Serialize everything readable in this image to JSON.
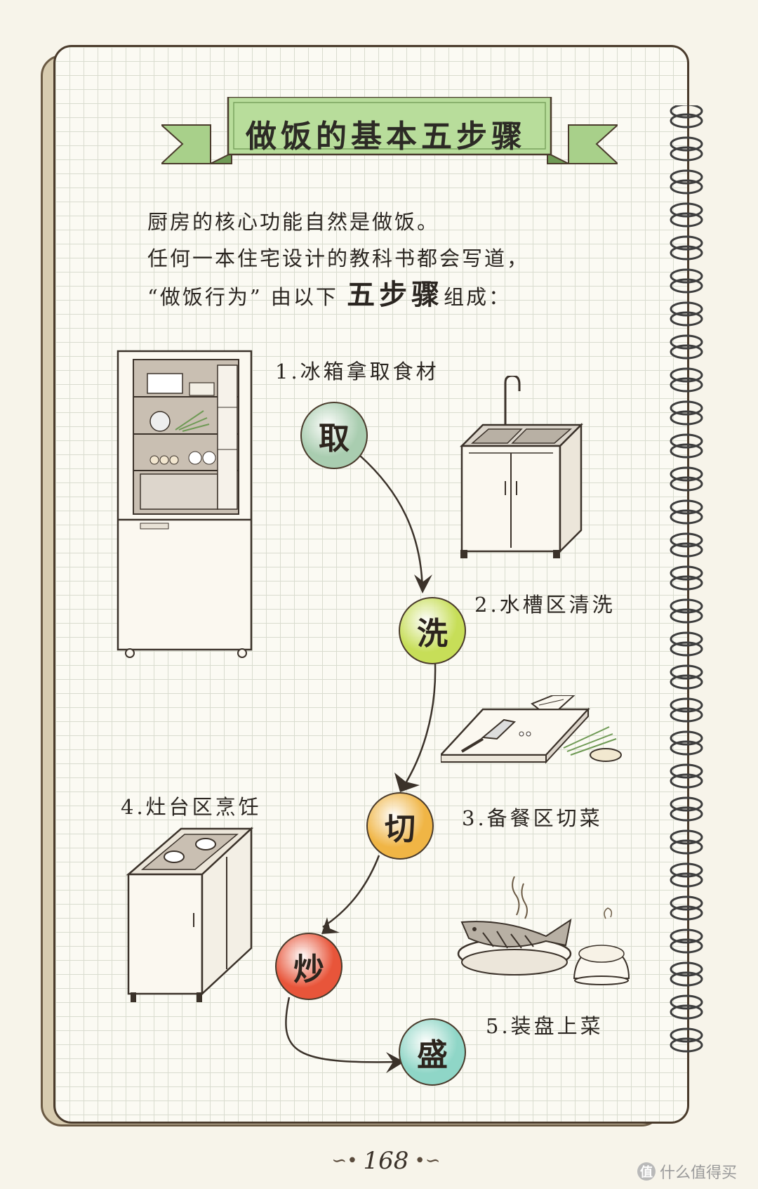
{
  "title": "做饭的基本五步骤",
  "intro": {
    "line1": "厨房的核心功能自然是做饭。",
    "line2": "任何一本住宅设计的教科书都会写道，",
    "line3_before": "“做饭行为” 由以下",
    "line3_emphasis": "五步骤",
    "line3_after": "组成："
  },
  "steps": [
    {
      "label": "1.冰箱拿取食材",
      "char": "取",
      "color": "#a9cdb0"
    },
    {
      "label": "2.水槽区清洗",
      "char": "洗",
      "color": "#c7de58"
    },
    {
      "label": "3.备餐区切菜",
      "char": "切",
      "color": "#f0b545"
    },
    {
      "label": "4.灶台区烹饪",
      "char": "炒",
      "color": "#e8553a"
    },
    {
      "label": "5.装盘上菜",
      "char": "盛",
      "color": "#8fd6c7"
    }
  ],
  "page_number": "168",
  "watermark": {
    "icon_char": "值",
    "text": "什么值得买"
  },
  "icons": {
    "banner": "ribbon-banner-icon",
    "fridge": "refrigerator-icon",
    "sink": "sink-cabinet-icon",
    "board": "cutting-board-icon",
    "stove": "stove-cabinet-icon",
    "dish": "fish-dish-icon",
    "spiral": "spiral-binding-icon"
  },
  "colors": {
    "banner_green": "#a8d08a",
    "ink": "#2b2621",
    "grid": "#d9dccf"
  }
}
